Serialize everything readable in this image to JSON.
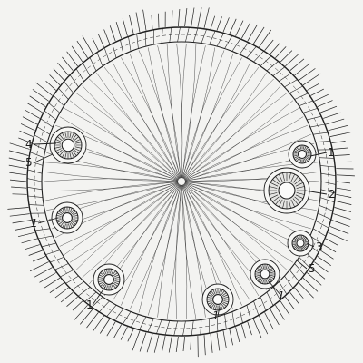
{
  "diagram": {
    "ink_color": "#1f1f1f",
    "paper_color": "#f3f3f1",
    "labels": [
      {
        "id": "label-4",
        "text": "4",
        "italic": false
      },
      {
        "id": "label-5-left",
        "text": "5",
        "italic": false
      },
      {
        "id": "label-1-left",
        "text": "1",
        "italic": true
      },
      {
        "id": "label-1-bottom-left",
        "text": "1",
        "italic": false
      },
      {
        "id": "label-1-bottom-center",
        "text": "1",
        "italic": true
      },
      {
        "id": "label-1-bottom-right",
        "text": "1",
        "italic": true
      },
      {
        "id": "label-1-right",
        "text": "1",
        "italic": false
      },
      {
        "id": "label-2",
        "text": "2",
        "italic": false
      },
      {
        "id": "label-3",
        "text": "3",
        "italic": false
      },
      {
        "id": "label-5-right",
        "text": "5",
        "italic": false
      }
    ]
  }
}
